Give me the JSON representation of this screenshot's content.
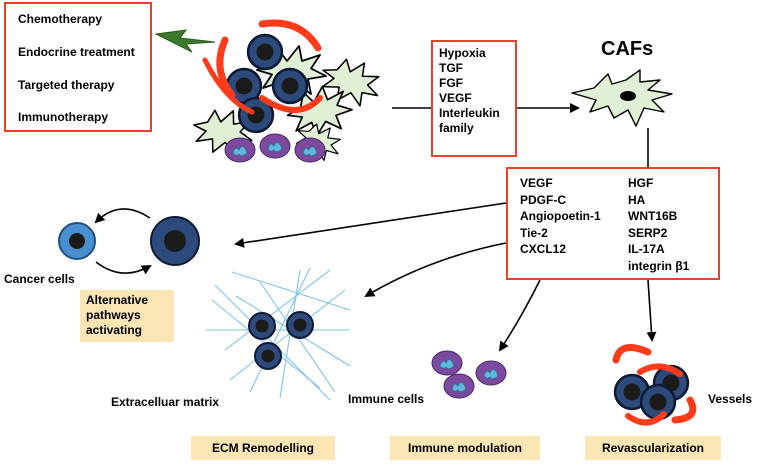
{
  "therapies": [
    "Chemotherapy",
    "Endocrine treatment",
    "Targeted therapy",
    "Immunotherapy"
  ],
  "inducing_factors": [
    "Hypoxia",
    "TGF",
    "FGF",
    "VEGF",
    "Interleukin",
    "family"
  ],
  "cafs_label": "CAFs",
  "secreted_factors_left": [
    "VEGF",
    "PDGF-C",
    "Angiopoetin-1",
    "Tie-2",
    "CXCL12"
  ],
  "secreted_factors_right": [
    "HGF",
    "HA",
    "WNT16B",
    "SERP2",
    "IL-17A",
    "integrin β1"
  ],
  "labels": {
    "cancer_cells": "Cancer cells",
    "extracellular_matrix": "Extracelluar matrix",
    "immune_cells": "Immune cells",
    "vessels": "Vessels"
  },
  "outcome_tags": {
    "alternative_pathways": "Alternative pathways activating",
    "ecm_remodelling": "ECM Remodelling",
    "immune_modulation": "Immune modulation",
    "revascularization": "Revascularization"
  },
  "colors": {
    "box_border": "#e8412c",
    "tag_fill": "#fbe5b3",
    "tumor_cell_fill": "#2d4a7c",
    "tumor_nucleus": "#1a1a1a",
    "caf_fill": "#dff0d4",
    "immune_fill": "#7b4a9e",
    "immune_nucleus": "#5fb8e0",
    "ecm_fiber": "#7ec3ea",
    "vessel": "#ff3b1a",
    "lightning": "#3a7a2a",
    "light_cancer_cell": "#4a90d0"
  },
  "icons": {
    "tumor_cell": "tumor-cell-icon",
    "caf": "fibroblast-icon",
    "immune_cell": "immune-cell-icon",
    "vessel": "vessel-icon",
    "lightning": "lightning-bolt-icon"
  }
}
